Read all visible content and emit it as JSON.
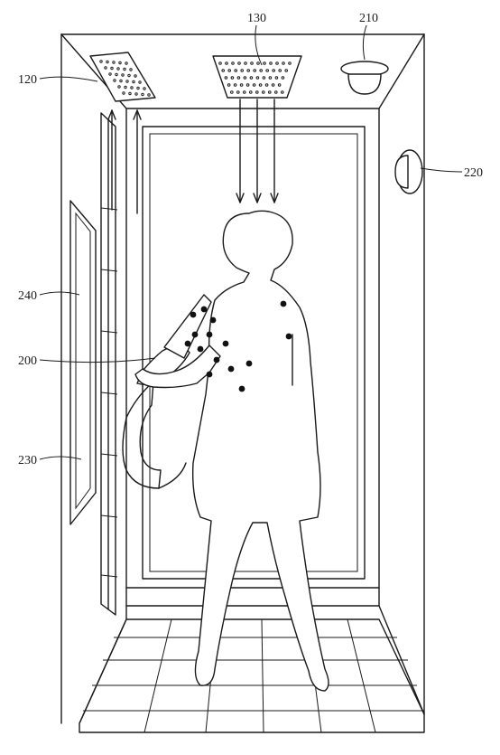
{
  "figure": {
    "reference_numerals": {
      "ceiling_nozzle_side": "120",
      "ceiling_nozzle_top": "130",
      "sensor_top": "210",
      "sensor_side": "220",
      "wall_panel_upper": "240",
      "hand_nozzle": "200",
      "wall_panel_lower": "230"
    }
  }
}
